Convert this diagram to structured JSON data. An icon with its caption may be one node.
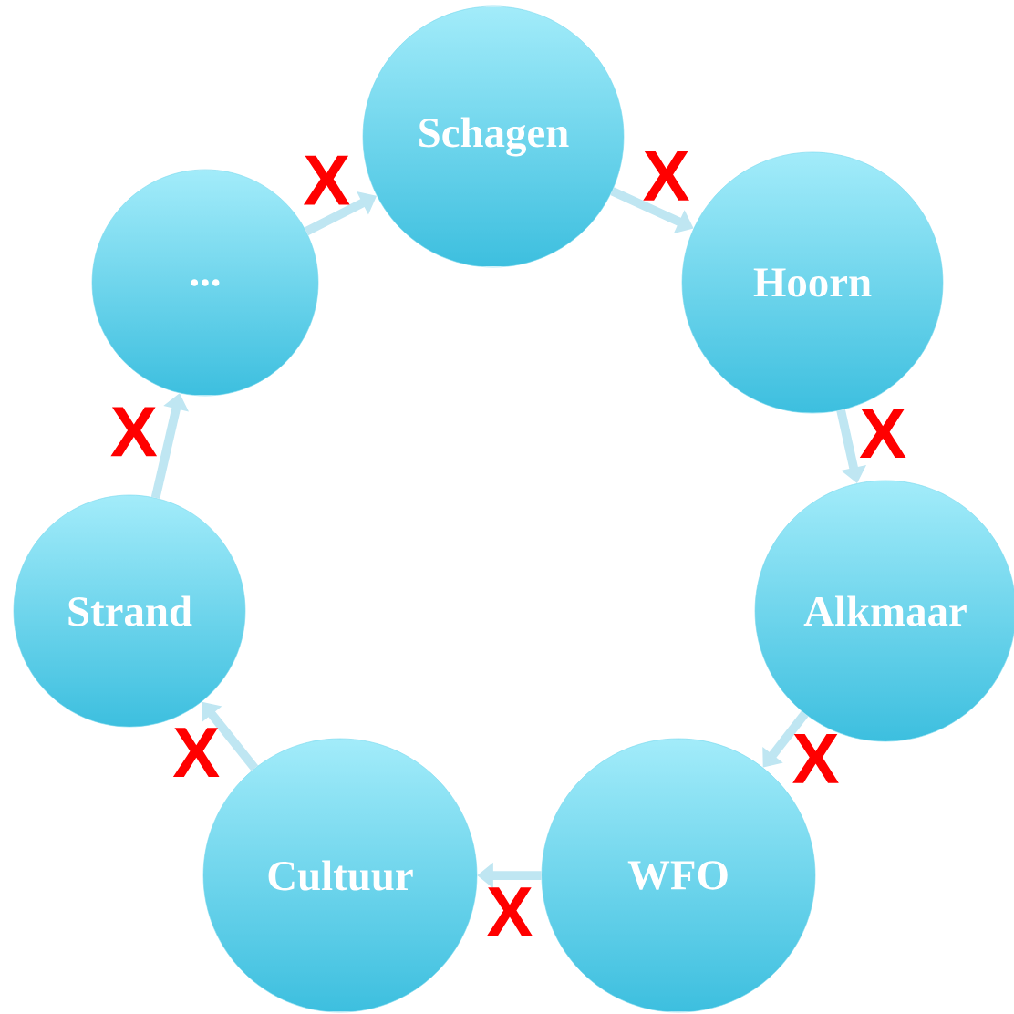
{
  "diagram": {
    "nodes": [
      {
        "text": [
          "Schagen"
        ]
      },
      {
        "text": [
          "Hoorn"
        ]
      },
      {
        "text": [
          "Alkmaar"
        ]
      },
      {
        "text": [
          "WFO"
        ]
      },
      {
        "text": [
          "Cultuur"
        ]
      },
      {
        "text": [
          "Strand"
        ]
      },
      {
        "text": [
          "..."
        ]
      }
    ],
    "edges": [
      {
        "from": 0,
        "to": 1,
        "arrow": "to",
        "label": "X"
      },
      {
        "from": 1,
        "to": 2,
        "arrow": "to",
        "label": "X"
      },
      {
        "from": 2,
        "to": 3,
        "arrow": "to",
        "label": "X"
      },
      {
        "from": 3,
        "to": 4,
        "arrow": "to",
        "label": "X"
      },
      {
        "from": 4,
        "to": 5,
        "arrow": "to",
        "label": "X"
      },
      {
        "from": 5,
        "to": 6,
        "arrow": "to",
        "label": "X"
      },
      {
        "from": 6,
        "to": 0,
        "arrow": "to",
        "label": "X"
      }
    ]
  }
}
